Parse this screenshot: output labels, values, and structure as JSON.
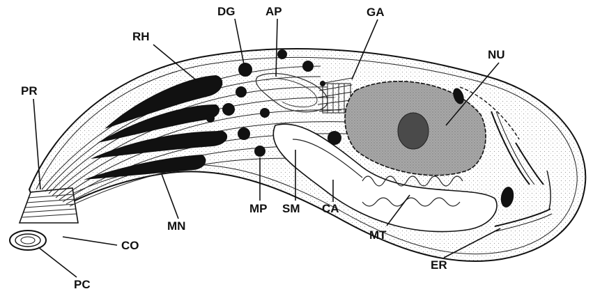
{
  "labels": {
    "dg": "DG",
    "ap": "AP",
    "ga": "GA",
    "rh": "RH",
    "nu": "NU",
    "pr": "PR",
    "mn": "MN",
    "mp": "MP",
    "sm": "SM",
    "ca": "CA",
    "mt": "MT",
    "co": "CO",
    "pc": "PC",
    "er": "ER"
  },
  "colors": {
    "ink": "#111111",
    "nucleus_fill": "#9a9a9a",
    "nucleolus_fill": "#4a4a4a",
    "cytoplasm_stipple": "#c8c8c8"
  }
}
